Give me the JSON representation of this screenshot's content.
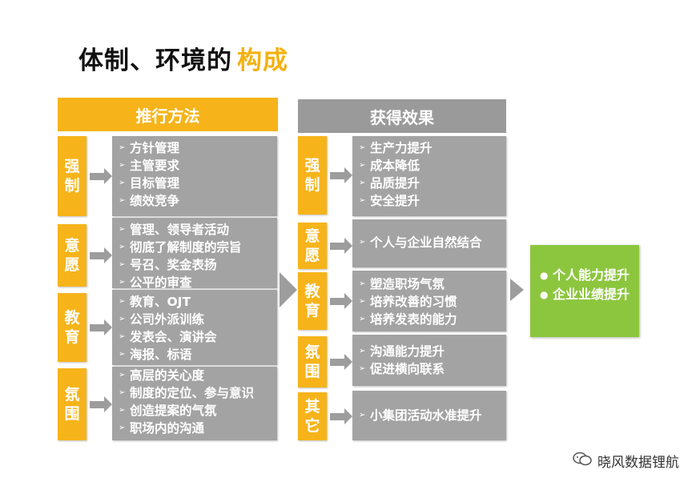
{
  "title": {
    "main": "体制、环境的",
    "highlight": "构成"
  },
  "left_header": "推行方法",
  "right_header": "获得效果",
  "left_rows": [
    {
      "tag": "强\n制",
      "items": [
        "方针管理",
        "主管要求",
        "目标管理",
        "绩效竞争"
      ]
    },
    {
      "tag": "意\n愿",
      "items": [
        "管理、领导者活动",
        "彻底了解制度的宗旨",
        "号召、奖金表扬",
        "公平的审查"
      ]
    },
    {
      "tag": "教\n育",
      "items": [
        "教育、OJT",
        "公司外派训练",
        "发表会、演讲会",
        "海报、标语"
      ]
    },
    {
      "tag": "氛\n围",
      "items": [
        "高层的关心度",
        "制度的定位、参与意识",
        "创造提案的气氛",
        "职场内的沟通"
      ]
    }
  ],
  "right_rows": [
    {
      "tag": "强\n制",
      "items": [
        "生产力提升",
        "成本降低",
        "品质提升",
        "安全提升"
      ]
    },
    {
      "tag": "意\n愿",
      "items": [
        "个人与企业自然结合"
      ]
    },
    {
      "tag": "教\n育",
      "items": [
        "塑造职场气氛",
        "培养改善的习惯",
        "培养发表的能力"
      ]
    },
    {
      "tag": "氛\n围",
      "items": [
        "沟通能力提升",
        "促进横向联系"
      ]
    },
    {
      "tag": "其\n它",
      "items": [
        "小集团活动水准提升"
      ]
    }
  ],
  "result_items": [
    "个人能力提升",
    "企业业绩提升"
  ],
  "watermark": "晓风数据锂航",
  "colors": {
    "accent": "#f6b41a",
    "gray": "#a3a3a3",
    "result": "#8cc63e"
  },
  "icons": [
    "chevron-bullet-icon",
    "right-arrow-icon",
    "wechat-icon"
  ]
}
